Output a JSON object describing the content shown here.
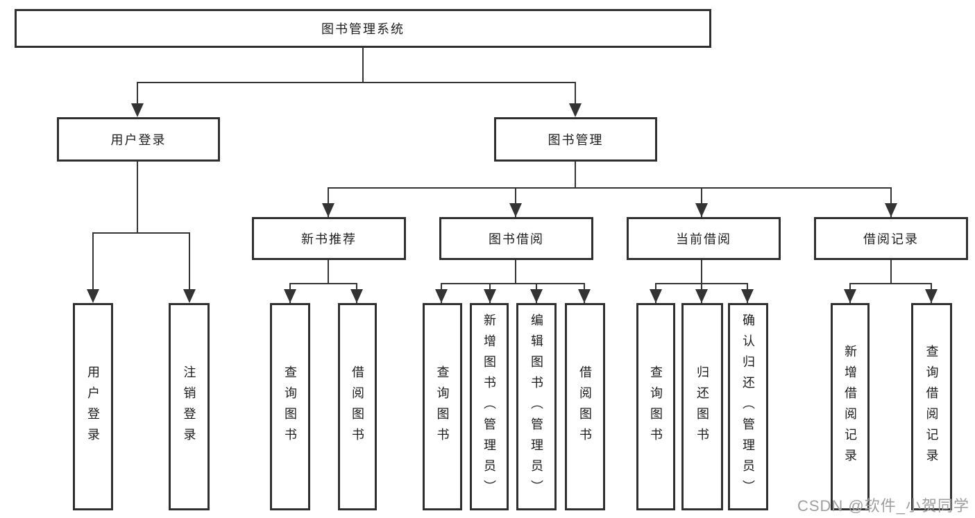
{
  "tree": {
    "root": {
      "label": "图书管理系统"
    },
    "children": [
      {
        "label": "用户登录",
        "children": [
          {
            "label": "用户登录"
          },
          {
            "label": "注销登录"
          }
        ]
      },
      {
        "label": "图书管理",
        "children": [
          {
            "label": "新书推荐",
            "children": [
              {
                "label": "查询图书"
              },
              {
                "label": "借阅图书"
              }
            ]
          },
          {
            "label": "图书借阅",
            "children": [
              {
                "label": "查询图书"
              },
              {
                "label": "新增图书（管理员）"
              },
              {
                "label": "编辑图书（管理员）"
              },
              {
                "label": "借阅图书"
              }
            ]
          },
          {
            "label": "当前借阅",
            "children": [
              {
                "label": "查询图书"
              },
              {
                "label": "归还图书"
              },
              {
                "label": "确认归还（管理员）"
              }
            ]
          },
          {
            "label": "借阅记录",
            "children": [
              {
                "label": "新增借阅记录"
              },
              {
                "label": "查询借阅记录"
              }
            ]
          }
        ]
      }
    ]
  },
  "watermark": "CSDN @软件_小贺同学",
  "colors": {
    "line": "#333333",
    "box_border": "#2f2f2f",
    "text": "#1c1c1c",
    "watermark": "#9e9e9e",
    "background": "#ffffff"
  }
}
